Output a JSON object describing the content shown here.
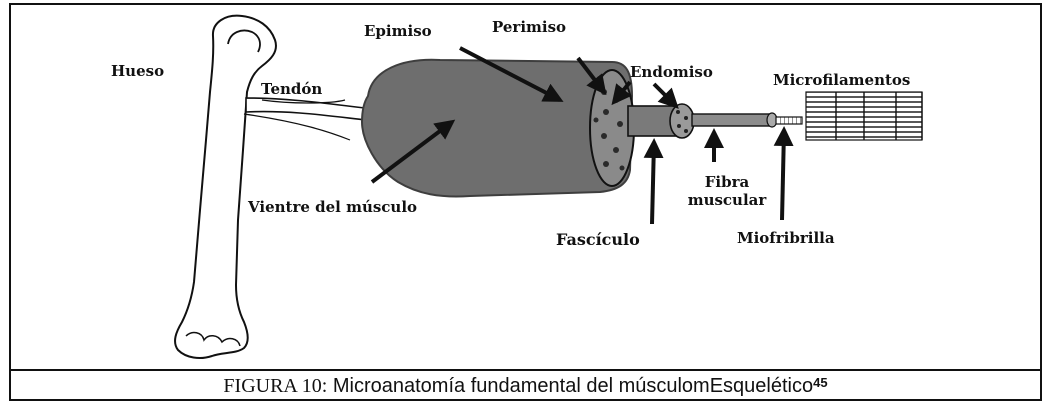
{
  "labels": {
    "hueso": "Hueso",
    "tendon": "Tendón",
    "epimiso": "Epimiso",
    "perimiso": "Perimiso",
    "endomiso": "Endomiso",
    "microfilamentos": "Microfilamentos",
    "vientre": "Vientre del músculo",
    "fibra_line1": "Fibra",
    "fibra_line2": "muscular",
    "fasciculo": "Fascículo",
    "miofibrilla": "Miofribrilla"
  },
  "caption": {
    "label": "FIGURA 10:",
    "text": " Microanatomía fundamental del músculomEsquelético",
    "ref": "45"
  },
  "colors": {
    "muscle": "#6e6e6e",
    "muscle_dark": "#3e3e3e",
    "bone_fill": "#ffffff",
    "line": "#111111"
  }
}
